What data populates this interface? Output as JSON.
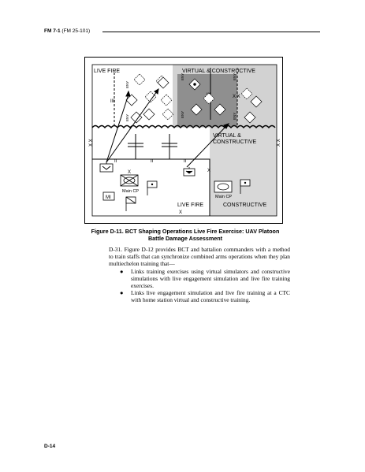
{
  "header": {
    "manual_bold": "FM 7-1",
    "manual_alt": "(FM 25-101)"
  },
  "figure": {
    "labels": {
      "live_fire_top": "LIVE FIRE",
      "virtual_constructive_top": "VIRTUAL & CONSTRUCTIVE",
      "virtual_line1": "VIRTUAL &",
      "virtual_line2": "CONSTRUCTIVE",
      "live_fire_bottom": "LIVE FIRE",
      "constructive_bottom": "CONSTRUCTIVE",
      "main_cp_left": "Main CP",
      "main_cp_right": "Main CP",
      "mi": "MI",
      "env": "ENY",
      "x": "X",
      "xx": "X X",
      "ii": "II"
    }
  },
  "caption": {
    "line1": "Figure D-11.  BCT Shaping Operations Live Fire Exercise:  UAV Platoon",
    "line2": "Battle Damage Assessment"
  },
  "body": {
    "paragraph": "D-31. Figure D-12 provides BCT and battalion commanders with a method to train staffs that can synchronize combined arms operations when they plan multiechelon training that—",
    "bullet_char": "●",
    "bullets": [
      "Links training exercises using virtual simulators and constructive simulations with live engagement simulation and live fire training exercises.",
      "Links live engagement simulation and live fire training at a CTC with home station virtual and constructive training."
    ]
  },
  "footer": {
    "page": "D-14"
  }
}
